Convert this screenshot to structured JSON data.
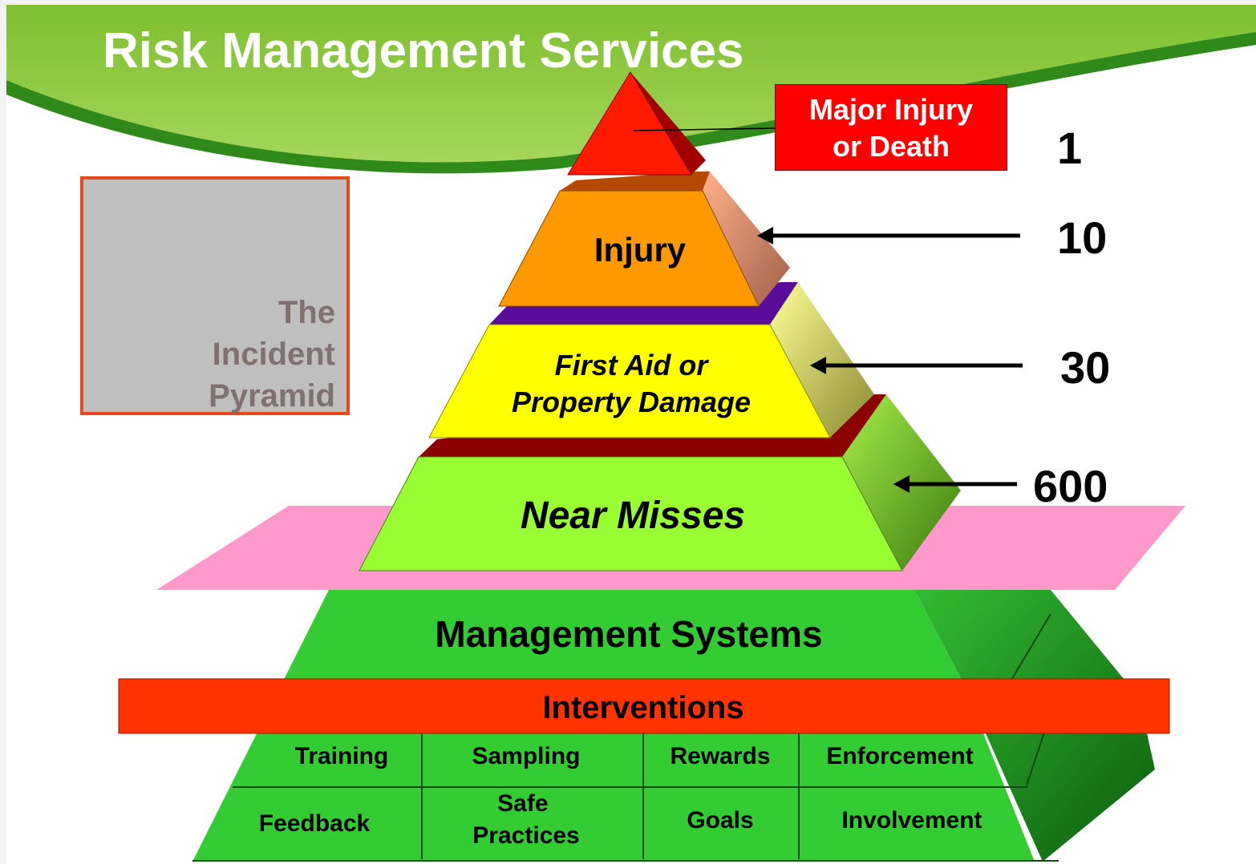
{
  "title": "Risk Management Services",
  "side_box": {
    "lines": [
      "The",
      "Incident",
      "Pyramid"
    ]
  },
  "pyramid": {
    "top_label": [
      "Major Injury",
      "or Death"
    ],
    "injury": "Injury",
    "first_aid": [
      "First Aid or",
      "Property Damage"
    ],
    "near_misses": "Near Misses",
    "management_systems": "Management Systems",
    "interventions": "Interventions"
  },
  "counts": {
    "major": "1",
    "injury": "10",
    "first_aid": "30",
    "near_misses": "600"
  },
  "interventions_grid": {
    "row1": [
      "Training",
      "Sampling",
      "Rewards",
      "Enforcement"
    ],
    "row2": [
      "Feedback",
      "Safe Practices",
      "Goals",
      "Involvement"
    ]
  },
  "colors": {
    "banner": "#8cc63f",
    "apex": "#ff1a00",
    "injury": "#ff9900",
    "first_aid": "#ffff00",
    "near_misses": "#99ff33",
    "management": "#33cc33",
    "interventions": "#ff3300",
    "plane": "#ff99cc"
  }
}
